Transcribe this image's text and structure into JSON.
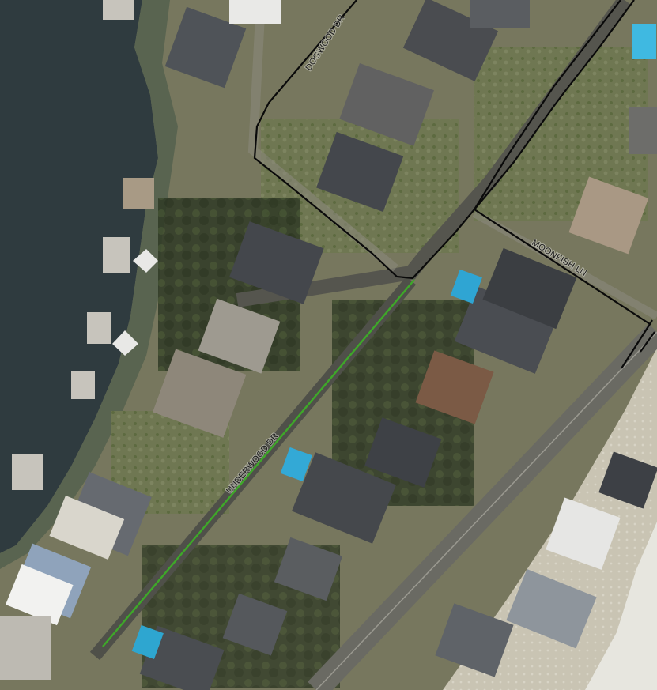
{
  "map": {
    "type": "aerial-parcel-map",
    "highlight_color": "#3ea829",
    "boundary_color": "#0a0a0a",
    "water_color": "#2f3c3f",
    "street_labels": {
      "dogwood": "DOGWOOD DR",
      "moonfish": "MOONFISH LN",
      "underwood": "UNDERWOOD DR"
    }
  }
}
